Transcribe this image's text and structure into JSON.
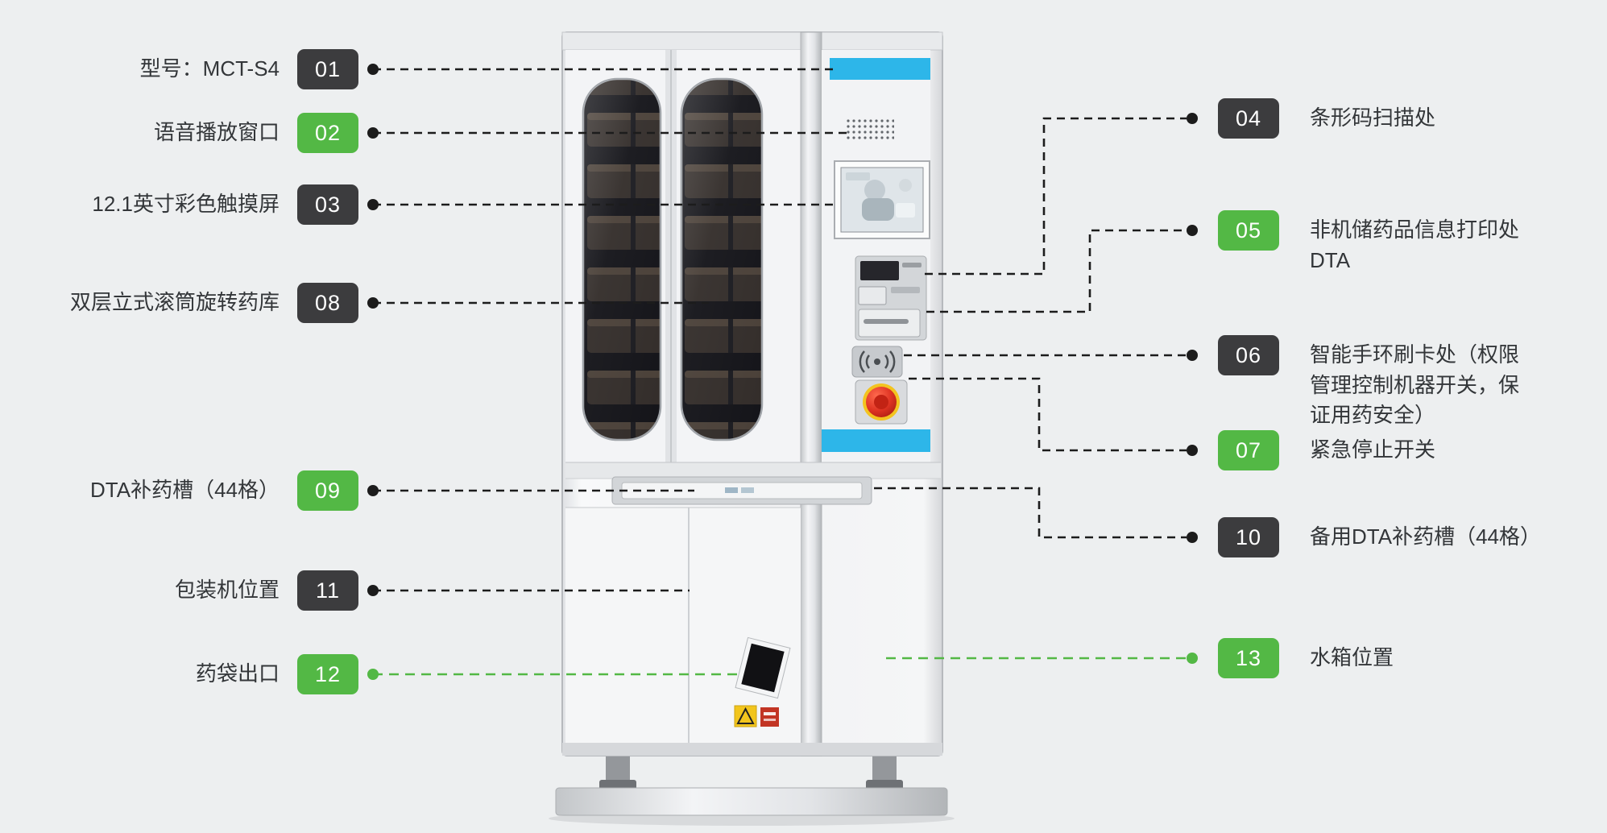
{
  "colors": {
    "background": "#edeff0",
    "badge_dark": "#3c3c3e",
    "badge_green": "#53b845",
    "line_dark": "#1c1c1c",
    "line_green": "#53b845",
    "accent_cyan": "#2db6e9",
    "emergency_stop_red": "#d32b1a"
  },
  "callouts": {
    "left": [
      {
        "num": "01",
        "text": "型号：MCT-S4",
        "style": "dark"
      },
      {
        "num": "02",
        "text": "语音播放窗口",
        "style": "green"
      },
      {
        "num": "03",
        "text": "12.1英寸彩色触摸屏",
        "style": "dark"
      },
      {
        "num": "08",
        "text": "双层立式滚筒旋转药库",
        "style": "dark"
      },
      {
        "num": "09",
        "text": "DTA补药槽（44格）",
        "style": "green"
      },
      {
        "num": "11",
        "text": "包装机位置",
        "style": "dark"
      },
      {
        "num": "12",
        "text": "药袋出口",
        "style": "green"
      }
    ],
    "right": [
      {
        "num": "04",
        "text": "条形码扫描处",
        "style": "dark"
      },
      {
        "num": "05",
        "text": "非机储药品信息打印处\nDTA",
        "style": "green"
      },
      {
        "num": "06",
        "text": "智能手环刷卡处（权限管理控制机器开关，保证用药安全）",
        "style": "dark"
      },
      {
        "num": "07",
        "text": "紧急停止开关",
        "style": "green"
      },
      {
        "num": "10",
        "text": "备用DTA补药槽（44格）",
        "style": "dark"
      },
      {
        "num": "13",
        "text": "水箱位置",
        "style": "green"
      }
    ]
  }
}
